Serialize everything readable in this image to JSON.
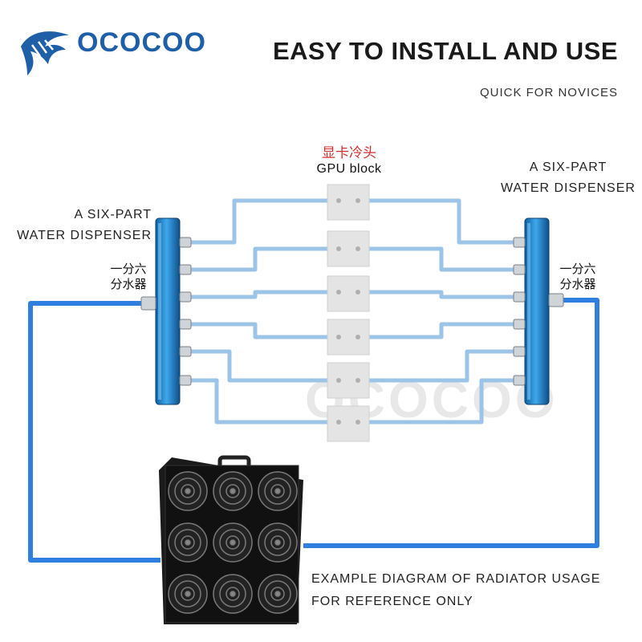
{
  "brand": {
    "name": "OCOCOO",
    "logo_icon": "eagle-logo-icon",
    "watermark": "OCOCOO"
  },
  "header": {
    "title": "EASY TO INSTALL AND USE",
    "subtitle": "QUICK FOR NOVICES"
  },
  "gpu": {
    "label_cn": "显卡冷头",
    "label_en": "GPU block",
    "count": 6
  },
  "dispenser_left": {
    "label": [
      "A SIX-PART",
      "WATER DISPENSER"
    ],
    "label_cn": [
      "一分六",
      "分水器"
    ]
  },
  "dispenser_right": {
    "label": [
      "A SIX-PART",
      "WATER DISPENSER"
    ],
    "label_cn": [
      "一分六",
      "分水器"
    ]
  },
  "radiator": {
    "icon": "radiator-fan-array-icon",
    "fan_grid": [
      3,
      3
    ]
  },
  "caption": [
    "EXAMPLE DIAGRAM OF RADIATOR USAGE",
    "FOR REFERENCE ONLY"
  ],
  "colors": {
    "brand": "#1f5fa8",
    "dispenser": "#2a8fd6",
    "tube_light": "#9cc4e6",
    "tube_main": "#2f7fe0",
    "gpu_label": "#d03030"
  }
}
